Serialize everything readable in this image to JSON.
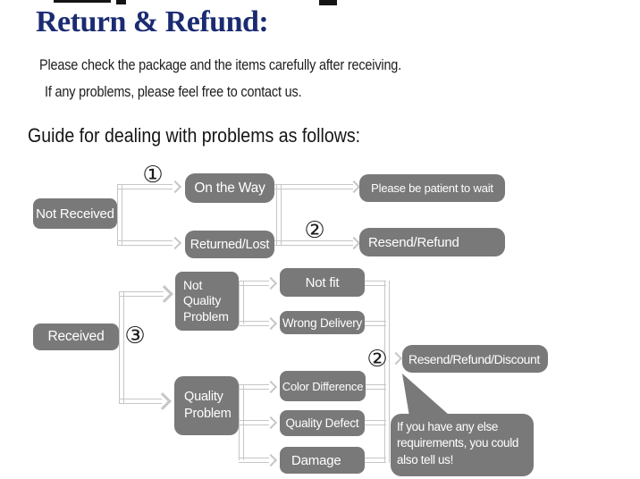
{
  "header": {
    "title": "Return & Refund:",
    "intro_line1": "Please check the package and the items carefully after receiving.",
    "intro_line2": "If any problems, please feel free to contact us.",
    "guide_heading": "Guide for dealing with problems as follows:"
  },
  "colors": {
    "title_text": "#1b2b72",
    "body_text": "#1c1c1c",
    "node_background": "#797979",
    "node_text": "#ffffff",
    "connector": "#c6c6c6",
    "page_background": "#ffffff"
  },
  "flowchart": {
    "markers": {
      "step1": "①",
      "step2_top": "②",
      "step3": "③",
      "step2_bottom": "②"
    },
    "nodes": {
      "not_received": "Not Received",
      "on_the_way": "On the Way",
      "returned_lost": "Returned/Lost",
      "please_be_patient": "Please be patient to wait",
      "resend_refund": "Resend/Refund",
      "received": "Received",
      "not_quality_problem": "Not\nQuality\nProblem",
      "not_fit": "Not fit",
      "wrong_delivery": "Wrong Delivery",
      "quality_problem": "Quality\nProblem",
      "color_difference": "Color Difference",
      "quality_defect": "Quality Defect",
      "damage": "Damage",
      "resend_refund_discount": "Resend/Refund/Discount"
    },
    "callout_text": "If you have any else\nrequirements, you could\nalso tell us!"
  }
}
